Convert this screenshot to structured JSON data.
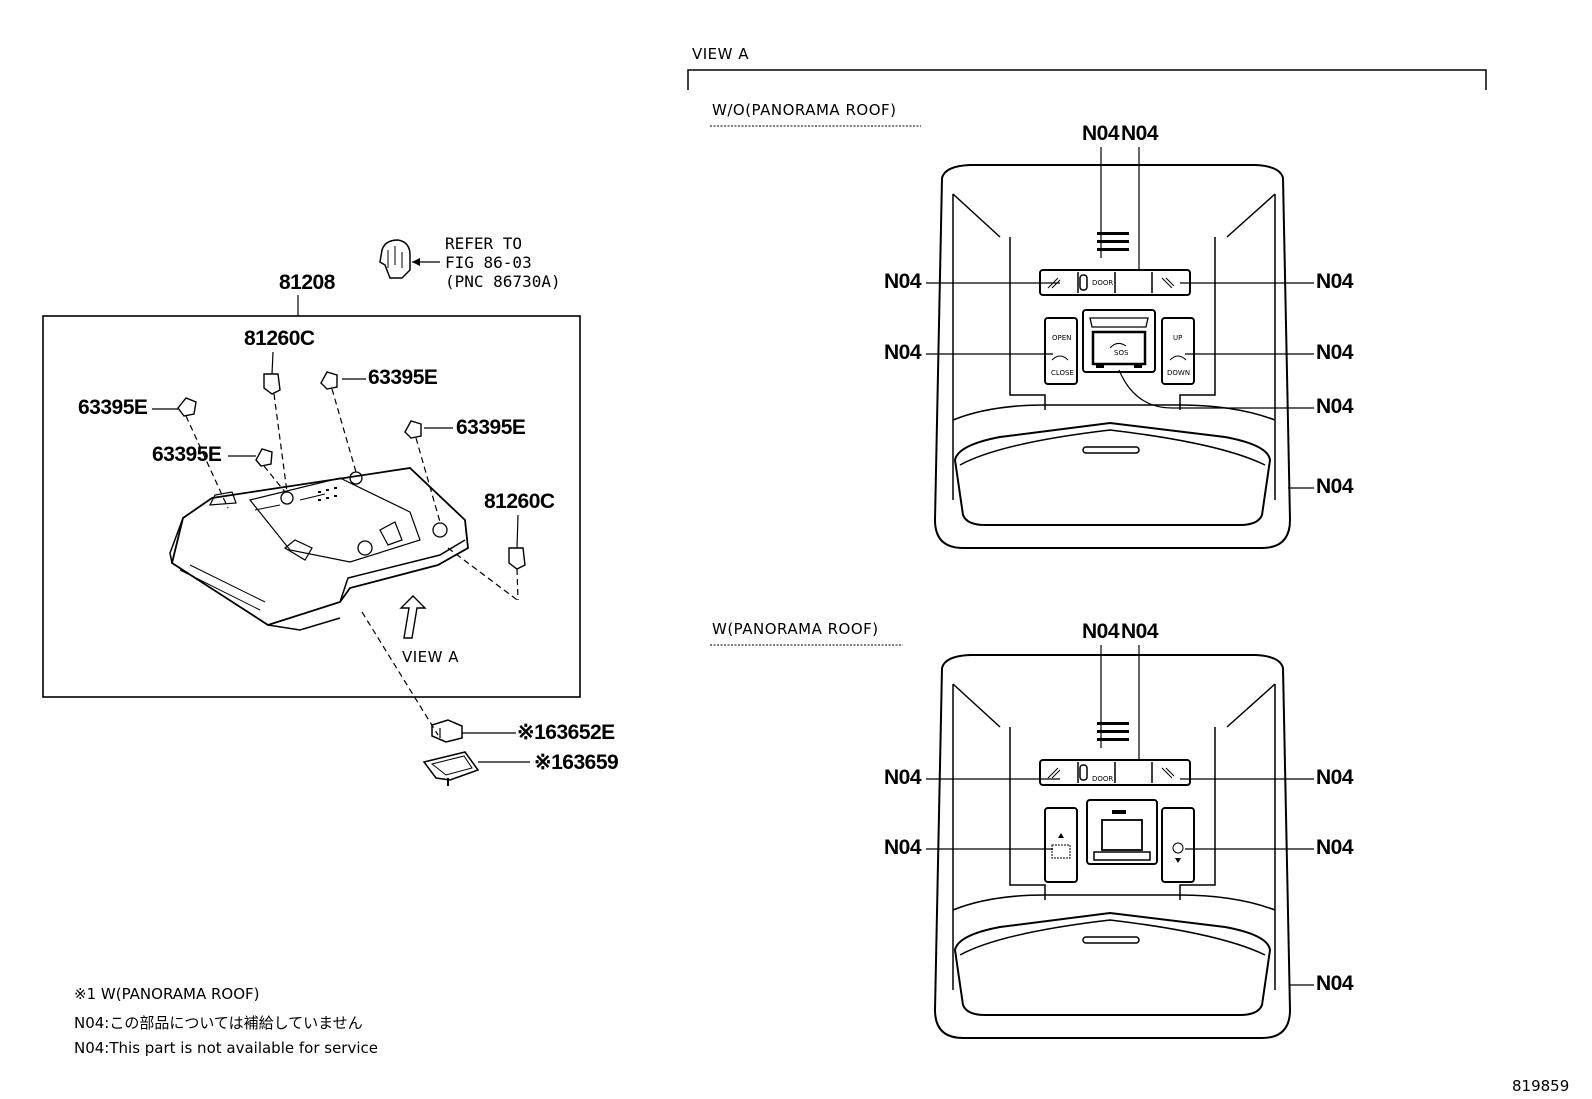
{
  "left": {
    "assembly_pn": "81208",
    "refer": {
      "line1": "REFER TO",
      "line2": "FIG 86-03",
      "line3": "(PNC 86730A)"
    },
    "parts": {
      "c1": "81260C",
      "c2": "81260C",
      "e_top": "63395E",
      "e_left": "63395E",
      "e_right": "63395E",
      "e_mid": "63395E",
      "p1": "※163652E",
      "p2": "※163659"
    },
    "view_label": "VIEW A"
  },
  "right": {
    "view_title": "VIEW A",
    "section1_title": "W/O(PANORAMA ROOF)",
    "section2_title": "W(PANORAMA ROOF)",
    "callout": "N04",
    "switch_labels": {
      "door": "DOOR",
      "open": "OPEN",
      "close": "CLOSE",
      "up": "UP",
      "down": "DOWN",
      "sos": "SOS"
    }
  },
  "notes": {
    "n1": "※1 W(PANORAMA ROOF)",
    "n2": "N04:この部品については補給していません",
    "n3": "N04:This part is not available for service"
  },
  "figure_id": "819859"
}
